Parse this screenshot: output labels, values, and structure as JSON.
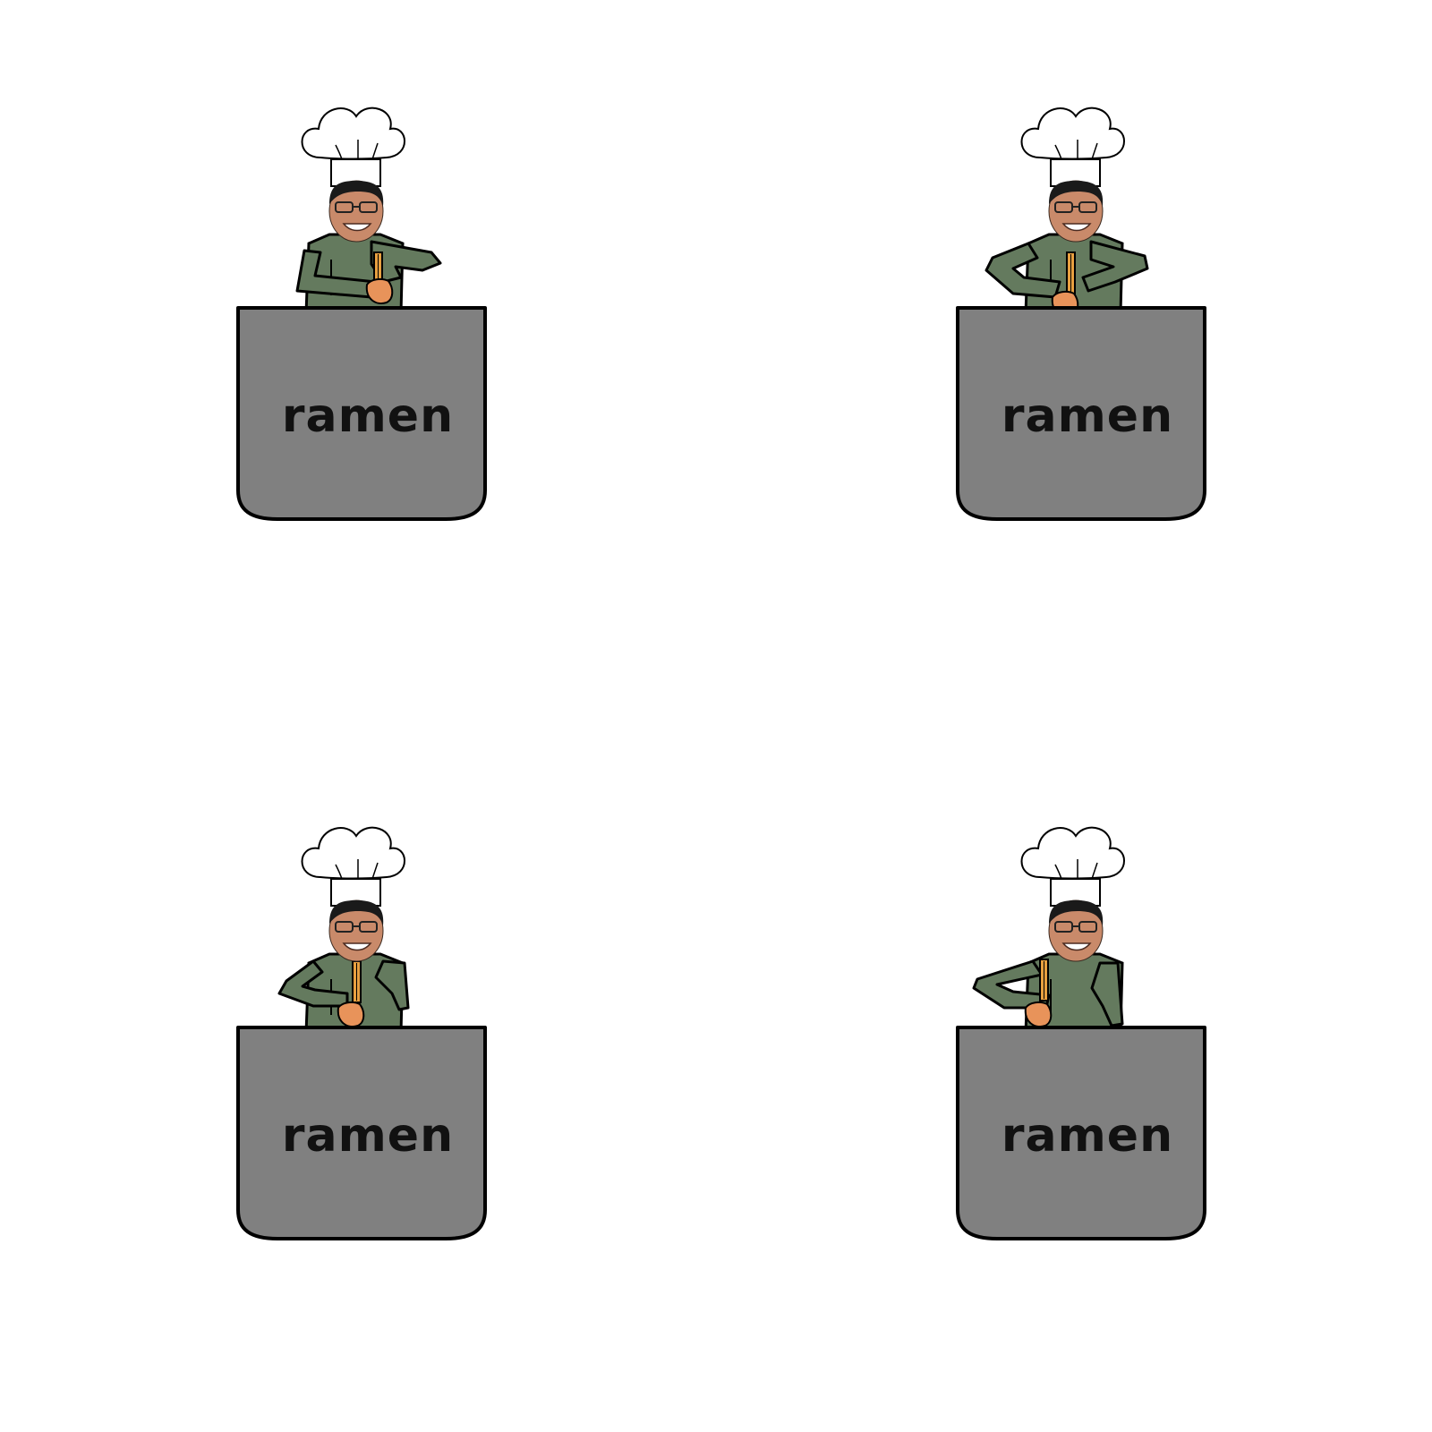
{
  "frames": [
    {
      "label": "ramen",
      "pose": "right-arm-out"
    },
    {
      "label": "ramen",
      "pose": "both-arms-out"
    },
    {
      "label": "ramen",
      "pose": "left-arm-out"
    },
    {
      "label": "ramen",
      "pose": "left-arm-wide"
    }
  ],
  "colors": {
    "background": "#ffffff",
    "pot": "#808080",
    "outline": "#000000",
    "shirt": "#647a5e",
    "skin": "#e8935a",
    "chopstick": "#e8a040",
    "hat": "#ffffff",
    "hair": "#1a1a1a",
    "face": "#c98a6a"
  },
  "icons": {
    "character": "chef-icon",
    "hat": "chef-hat-icon",
    "pot": "cooking-pot-icon",
    "chopsticks": "chopsticks-icon"
  }
}
